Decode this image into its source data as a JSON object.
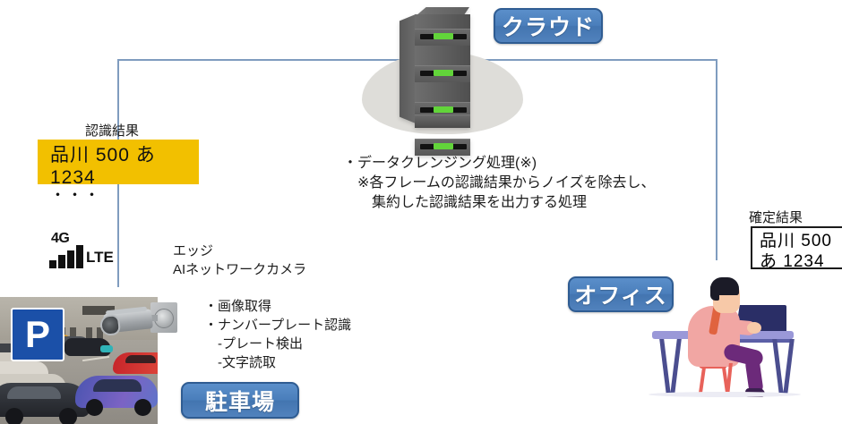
{
  "diagram": {
    "title": "Edge AI Network Camera Parking System",
    "badges": {
      "cloud": "クラウド",
      "office": "オフィス",
      "parking": "駐車場"
    },
    "recognition": {
      "label": "認識結果",
      "line1": "品川 500 あ 1234",
      "line2": "・・・"
    },
    "final_result": {
      "label": "確定結果",
      "line1": "品川  500",
      "line2": "あ  1234"
    },
    "cloud_process": {
      "line1": "・データクレンジング処理(※)",
      "line2": "　※各フレームの認識結果からノイズを除去し、",
      "line3": "　　集約した認識結果を出力する処理"
    },
    "camera": {
      "title_line1": "エッジ",
      "title_line2": "AIネットワークカメラ",
      "features": [
        "・画像取得",
        "・ナンバープレート認識",
        "　-プレート検出",
        "　-文字読取"
      ]
    },
    "network": {
      "mobile_gen": "4G",
      "mobile_tech": "LTE"
    },
    "parking_photo": {
      "sign_letter": "P"
    },
    "colors": {
      "badge_blue": "#4a7ebb",
      "badge_border": "#2f5c92",
      "highlight_yellow": "#f2c000",
      "connection_line": "#7f9cbf",
      "cloud_blob": "#deddd9",
      "led_green": "#62d43a",
      "parking_sign_blue": "#1b50a8"
    }
  }
}
